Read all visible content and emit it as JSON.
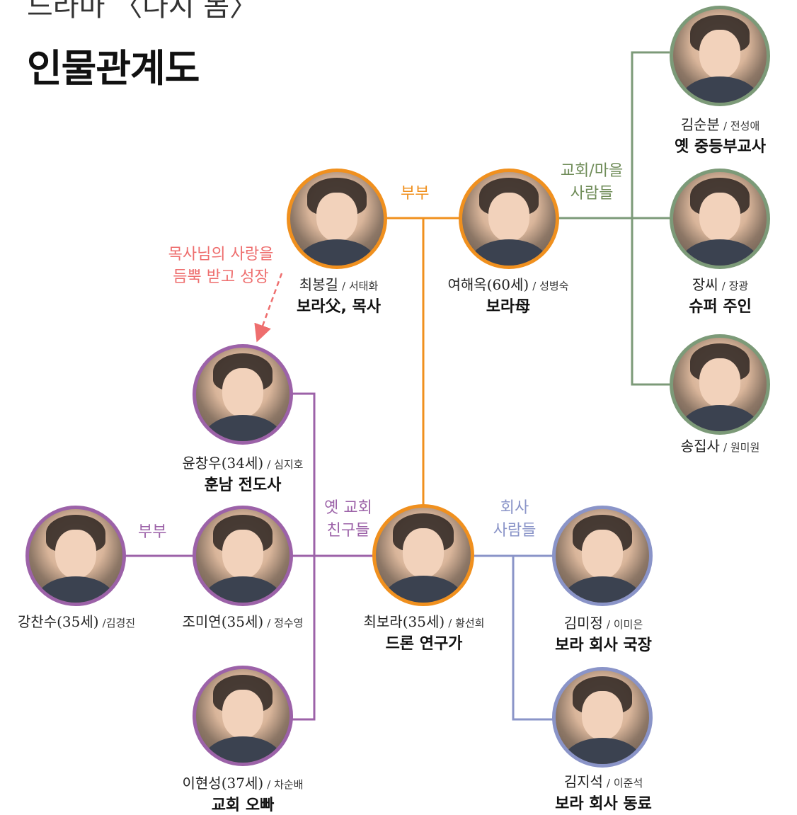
{
  "title": {
    "sub": "드라마 〈다시 봄〉",
    "main": "인물관계도"
  },
  "colors": {
    "orange": "#f0901e",
    "purple": "#9c62a8",
    "blue": "#8a94c8",
    "green": "#7c9a78",
    "pink": "#ee6e6e"
  },
  "relations": {
    "couple_parents": "부부",
    "village_line1": "교회/마을",
    "village_line2": "사람들",
    "mentor_line1": "목사님의 사랑을",
    "mentor_line2": "듬뿍 받고 성장",
    "church_line1": "옛 교회",
    "church_line2": "친구들",
    "company_line1": "회사",
    "company_line2": "사람들",
    "couple_friends": "부부"
  },
  "people": {
    "father": {
      "name": "최봉길",
      "actor": "서태화",
      "role": "보라父, 목사",
      "photo_icon": "man-portrait-icon"
    },
    "mother": {
      "name": "여해옥(60세)",
      "actor": "성병숙",
      "role": "보라母",
      "photo_icon": "woman-portrait-icon"
    },
    "kim_soonbun": {
      "name": "김순분",
      "actor": "전성애",
      "role": "옛 중등부교사",
      "photo_icon": "woman-portrait-icon"
    },
    "jang": {
      "name": "장씨",
      "actor": "장광",
      "role": "슈퍼 주인",
      "photo_icon": "man-portrait-icon"
    },
    "song": {
      "name": "송집사",
      "actor": "원미원",
      "role": "",
      "photo_icon": "woman-portrait-icon"
    },
    "yoon": {
      "name": "윤창우(34세)",
      "actor": "심지호",
      "role": "훈남 전도사",
      "photo_icon": "man-portrait-icon"
    },
    "kang": {
      "name": "강찬수(35세)",
      "actor": "김경진",
      "role": "",
      "photo_icon": "man-portrait-icon"
    },
    "jo": {
      "name": "조미연(35세)",
      "actor": "정수영",
      "role": "",
      "photo_icon": "woman-portrait-icon"
    },
    "bora": {
      "name": "최보라(35세)",
      "actor": "황선희",
      "role": "드론 연구가",
      "photo_icon": "woman-portrait-icon"
    },
    "kim_mijung": {
      "name": "김미정",
      "actor": "이미은",
      "role": "보라 회사 국장",
      "photo_icon": "woman-portrait-icon"
    },
    "lee": {
      "name": "이현성(37세)",
      "actor": "차순배",
      "role": "교회 오빠",
      "photo_icon": "man-portrait-icon"
    },
    "kim_jiseok": {
      "name": "김지석",
      "actor": "이준석",
      "role": "보라 회사 동료",
      "photo_icon": "man-portrait-icon"
    }
  }
}
